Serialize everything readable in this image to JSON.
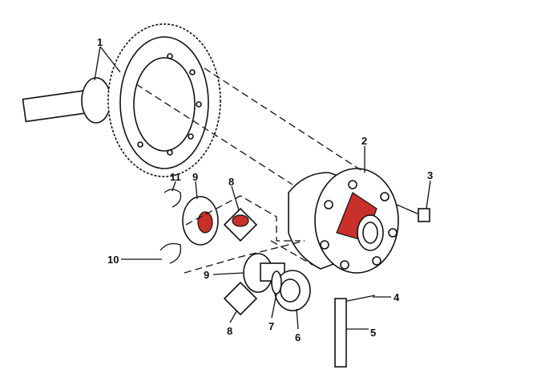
{
  "title": "Differential exploded parts diagram",
  "callouts": [
    {
      "id": "c1",
      "text": "1"
    },
    {
      "id": "c2",
      "text": "2"
    },
    {
      "id": "c3",
      "text": "3"
    },
    {
      "id": "c4",
      "text": "4"
    },
    {
      "id": "c5",
      "text": "5"
    },
    {
      "id": "c6",
      "text": "6"
    },
    {
      "id": "c7",
      "text": "7"
    },
    {
      "id": "c8a",
      "text": "8"
    },
    {
      "id": "c8b",
      "text": "8"
    },
    {
      "id": "c9a",
      "text": "9"
    },
    {
      "id": "c9b",
      "text": "9"
    },
    {
      "id": "c10",
      "text": "10"
    },
    {
      "id": "c11",
      "text": "11"
    }
  ],
  "colors": {
    "shade": "#c9302a",
    "line": "#111111"
  }
}
